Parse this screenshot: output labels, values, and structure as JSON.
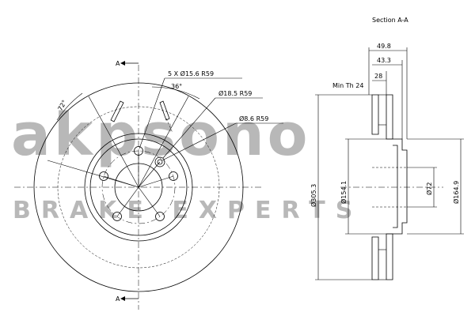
{
  "drawing": {
    "section_title": "Section A-A",
    "section_marker": "A",
    "watermark": {
      "brand": "akpsono",
      "tagline": "BRAKE EXPERTS",
      "color": "#b8b8b8"
    },
    "front_view": {
      "bolt_holes": "5 X Ø15.6 R59",
      "angle": "36°",
      "angle_left": "72°",
      "hole_18": "Ø18.5 R59",
      "hole_8": "Ø8.6 R59"
    },
    "section_view": {
      "width_total": "49.8",
      "width_hat": "43.3",
      "thickness": "28",
      "min_thickness": "Min Th 24",
      "outer_diameter": "Ø305.3",
      "hat_diameter": "Ø154.1",
      "center_bore": "Ø72",
      "hub_diameter": "Ø164.9"
    }
  }
}
